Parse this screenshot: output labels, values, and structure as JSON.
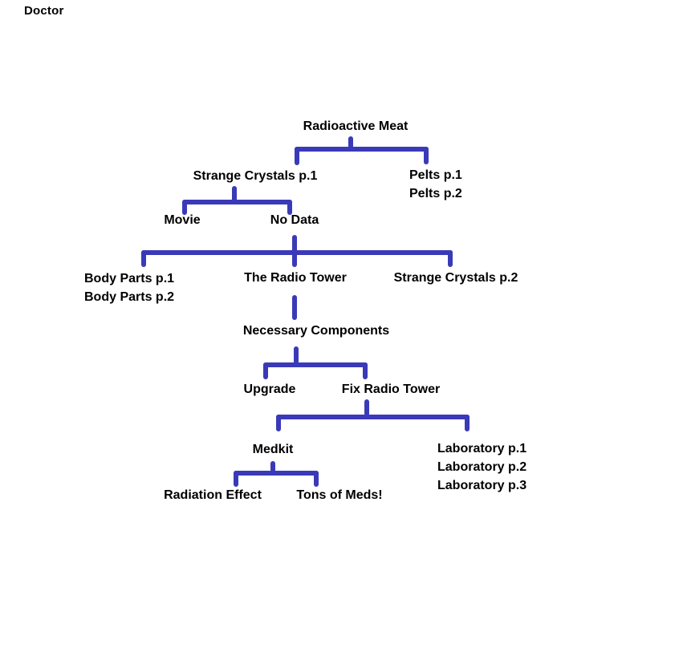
{
  "page": {
    "title": "Doctor"
  },
  "diagram": {
    "type": "tree",
    "line_color": "#3A3AB8",
    "text_color": "#000000",
    "nodes": {
      "radioactive_meat": "Radioactive Meat",
      "strange_crystals_p1": "Strange Crystals p.1",
      "pelts_p1": "Pelts p.1",
      "pelts_p2": "Pelts p.2",
      "movie": "Movie",
      "no_data": "No Data",
      "body_parts_p1": "Body Parts p.1",
      "body_parts_p2": "Body Parts p.2",
      "the_radio_tower": "The Radio Tower",
      "strange_crystals_p2": "Strange Crystals p.2",
      "necessary_components": "Necessary Components",
      "upgrade": "Upgrade",
      "fix_radio_tower": "Fix Radio Tower",
      "medkit": "Medkit",
      "laboratory_p1": "Laboratory p.1",
      "laboratory_p2": "Laboratory p.2",
      "laboratory_p3": "Laboratory p.3",
      "radiation_effect": "Radiation Effect",
      "tons_of_meds": "Tons of Meds!"
    },
    "edges": [
      [
        "Radioactive Meat",
        "Strange Crystals p.1"
      ],
      [
        "Radioactive Meat",
        "Pelts p.1 / Pelts p.2"
      ],
      [
        "Strange Crystals p.1",
        "Movie"
      ],
      [
        "Strange Crystals p.1",
        "No Data"
      ],
      [
        "No Data",
        "Body Parts p.1 / Body Parts p.2"
      ],
      [
        "No Data",
        "The Radio Tower"
      ],
      [
        "No Data",
        "Strange Crystals p.2"
      ],
      [
        "The Radio Tower",
        "Necessary Components"
      ],
      [
        "Necessary Components",
        "Upgrade"
      ],
      [
        "Necessary Components",
        "Fix Radio Tower"
      ],
      [
        "Fix Radio Tower",
        "Medkit"
      ],
      [
        "Fix Radio Tower",
        "Laboratory p.1 / Laboratory p.2 / Laboratory p.3"
      ],
      [
        "Medkit",
        "Radiation Effect"
      ],
      [
        "Medkit",
        "Tons of Meds!"
      ]
    ]
  }
}
